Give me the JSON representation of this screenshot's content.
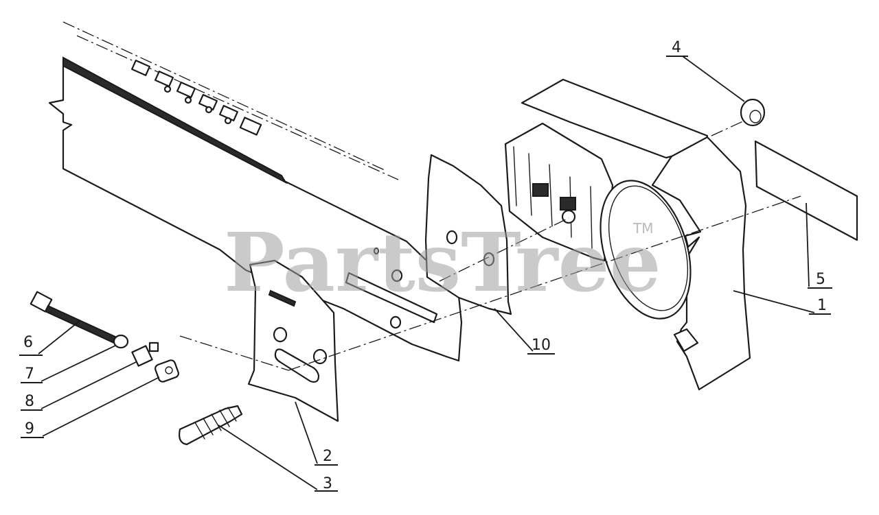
{
  "watermark": {
    "text": "PartsTree",
    "trademark": "TM"
  },
  "callouts": [
    {
      "id": "1",
      "label": "1"
    },
    {
      "id": "2",
      "label": "2"
    },
    {
      "id": "3",
      "label": "3"
    },
    {
      "id": "4",
      "label": "4"
    },
    {
      "id": "5",
      "label": "5"
    },
    {
      "id": "6",
      "label": "6"
    },
    {
      "id": "7",
      "label": "7"
    },
    {
      "id": "8",
      "label": "8"
    },
    {
      "id": "9",
      "label": "9"
    },
    {
      "id": "10",
      "label": "10"
    }
  ],
  "colors": {
    "ink": "#1a1a1a",
    "paper": "#ffffff",
    "watermark": "#9e9e9e"
  }
}
